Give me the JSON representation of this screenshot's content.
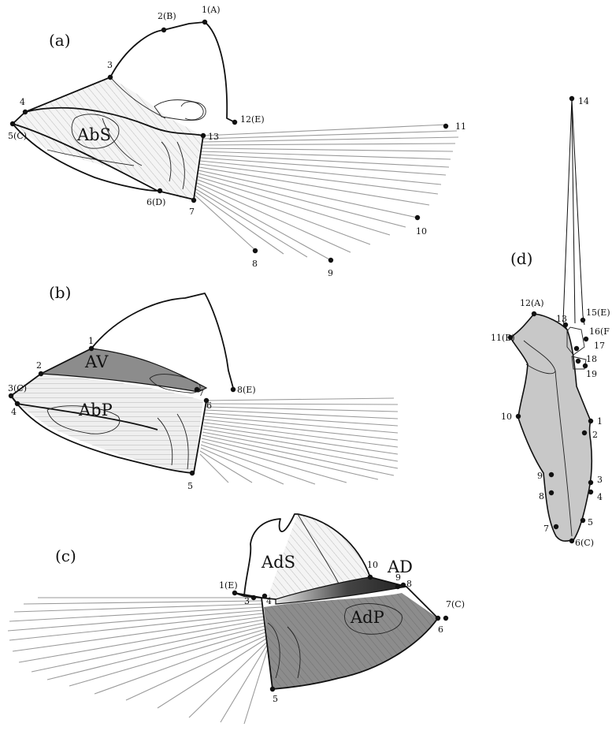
{
  "panels": [
    {
      "id": "a",
      "label": "(a)",
      "muscles": [
        "AbS"
      ],
      "landmarks": [
        "1(A)",
        "2(B)",
        "3",
        "4",
        "5(C)",
        "6(D)",
        "7",
        "8",
        "9",
        "10",
        "11",
        "12(E)",
        "13"
      ]
    },
    {
      "id": "b",
      "label": "(b)",
      "muscles": [
        "AV",
        "AbP"
      ],
      "landmarks": [
        "1",
        "2",
        "3(C)",
        "4",
        "5",
        "6",
        "7",
        "8(E)"
      ]
    },
    {
      "id": "c",
      "label": "(c)",
      "muscles": [
        "AdS",
        "AD",
        "AdP"
      ],
      "landmarks": [
        "1(E)",
        "3",
        "4",
        "5",
        "6",
        "7(C)",
        "8",
        "9",
        "10"
      ]
    },
    {
      "id": "d",
      "label": "(d)",
      "muscles": [],
      "landmarks": [
        "1",
        "2",
        "3",
        "4",
        "5",
        "6(C)",
        "7",
        "8",
        "9",
        "10",
        "11(B)",
        "12(A)",
        "13",
        "14",
        "15(E)",
        "16(F",
        "17",
        "18",
        "19"
      ]
    }
  ],
  "colors": {
    "line": "#111111",
    "ray": "#9a9a9a",
    "hatch": "#b5b5b5",
    "light_fill": "#efefef",
    "medium_fill": "#c8c8c8",
    "dark_fill": "#8c8c8c",
    "darkest_fill": "#555555"
  }
}
